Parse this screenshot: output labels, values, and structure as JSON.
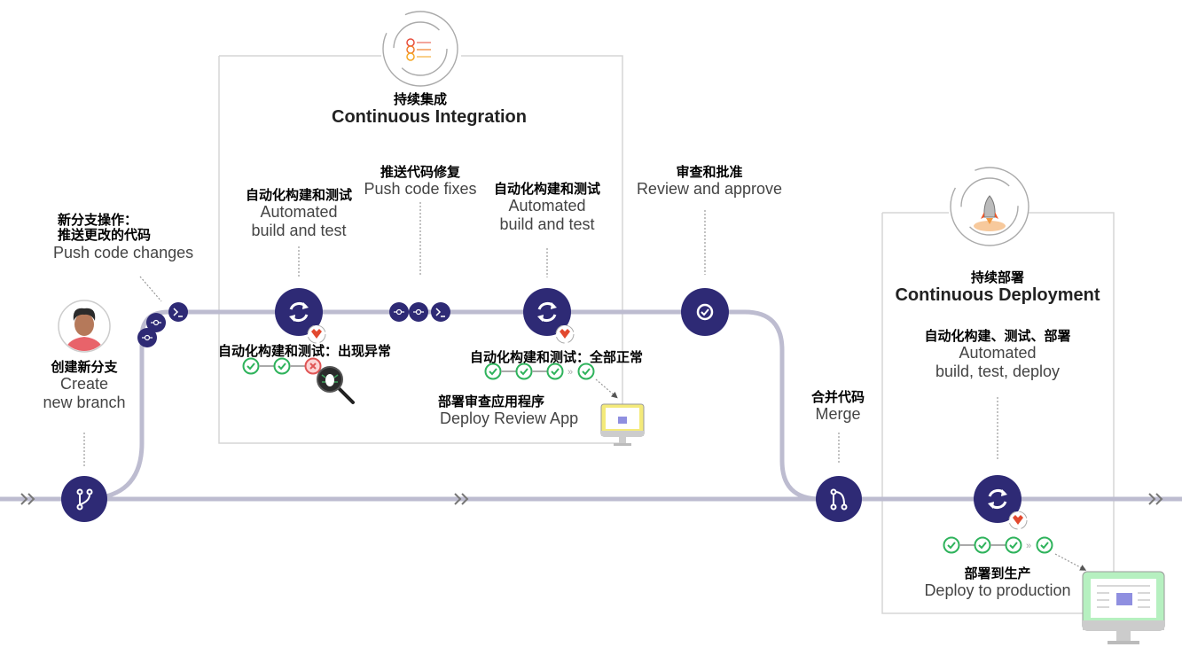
{
  "colors": {
    "node": "#2e2a75",
    "track": "#bdbcd0",
    "box_border": "#d6d6d6",
    "success": "#2fb35c",
    "failure": "#e05555",
    "ci_monitor": "#f4ea7a",
    "cd_monitor": "#b6f0c0"
  },
  "sections": {
    "ci": {
      "title_zh": "持续集成",
      "title_en": "Continuous Integration",
      "icon": "checklist-cycle-icon"
    },
    "cd": {
      "title_zh": "持续部署",
      "title_en": "Continuous Deployment",
      "icon": "rocket-cycle-icon"
    }
  },
  "steps": {
    "create_branch": {
      "zh": "创建新分支",
      "en1": "Create",
      "en2": "new branch",
      "icon": "branch-icon"
    },
    "push_changes": {
      "zh1": "新分支操作：",
      "zh2": "推送更改的代码",
      "en": "Push code changes",
      "icon": "commit-icon"
    },
    "build_test_1": {
      "zh": "自动化构建和测试",
      "en1": "Automated",
      "en2": "build and test",
      "icon": "sync-icon"
    },
    "build_fail": {
      "zh": "自动化构建和测试：出现异常",
      "pipeline": [
        "success",
        "success",
        "failure"
      ],
      "icon": "bug-magnifier-icon"
    },
    "push_fixes": {
      "zh": "推送代码修复",
      "en": "Push code fixes",
      "icon": "commit-icon"
    },
    "build_test_2": {
      "zh": "自动化构建和测试",
      "en1": "Automated",
      "en2": "build and test",
      "icon": "sync-icon"
    },
    "build_ok": {
      "zh": "自动化构建和测试：全部正常",
      "pipeline": [
        "success",
        "success",
        "success",
        "success"
      ]
    },
    "review_app": {
      "zh": "部署审查应用程序",
      "en": "Deploy Review App",
      "icon": "monitor-icon"
    },
    "review_approve": {
      "zh": "审查和批准",
      "en": "Review and approve",
      "icon": "check-circle-icon"
    },
    "merge": {
      "zh": "合并代码",
      "en": "Merge",
      "icon": "merge-icon"
    },
    "build_deploy": {
      "zh": "自动化构建、测试、部署",
      "en1": "Automated",
      "en2": "build, test, deploy",
      "icon": "sync-icon"
    },
    "deploy_prod": {
      "zh": "部署到生产",
      "en": "Deploy to production",
      "pipeline": [
        "success",
        "success",
        "success",
        "success"
      ],
      "icon": "monitor-icon"
    }
  }
}
